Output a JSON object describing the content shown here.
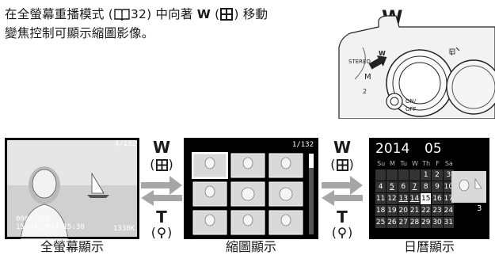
{
  "intro": {
    "part1": "在全螢幕重播模式 (",
    "page_ref": "32",
    "part2": ") 中向著 ",
    "key_w": "W",
    "part3": ") 移動",
    "line2": "變焦控制可顯示縮圖影像。"
  },
  "camera_label": "W",
  "modes": [
    {
      "caption": "全螢幕顯示"
    },
    {
      "caption": "縮圖顯示"
    },
    {
      "caption": "日曆顯示"
    }
  ],
  "arrows": {
    "w_label": "W",
    "t_label": "T"
  },
  "fullscreen": {
    "counter": "4/132",
    "file": "0004.JPG",
    "date": "15/05/2014 15:30",
    "size": "1330K"
  },
  "thumbs": {
    "counter": "1/132"
  },
  "calendar": {
    "year": "2014",
    "month": "05",
    "weekdays": [
      "Su",
      "M",
      "Tu",
      "W",
      "Th",
      "F",
      "Sa"
    ],
    "rows": [
      [
        "",
        "",
        "",
        "",
        "1",
        "2",
        "3"
      ],
      [
        "4",
        "5",
        "6",
        "7",
        "8",
        "9",
        "10"
      ],
      [
        "11",
        "12",
        "13",
        "14",
        "15",
        "16",
        "17"
      ],
      [
        "18",
        "19",
        "20",
        "21",
        "22",
        "23",
        "24"
      ],
      [
        "25",
        "26",
        "27",
        "28",
        "29",
        "30",
        "31"
      ]
    ],
    "highlight": "15",
    "underlined": [
      "5",
      "7",
      "13",
      "14"
    ],
    "photo_count": "3"
  },
  "colors": {
    "screen_bg": "#000000",
    "arrow_grey": "#a6a6a6",
    "text": "#1a1a1a"
  }
}
